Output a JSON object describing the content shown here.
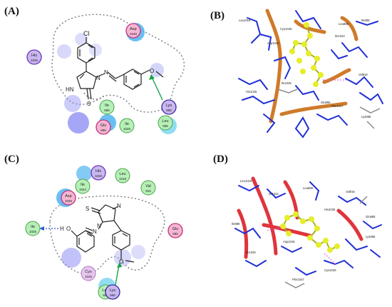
{
  "panels": {
    "a": {
      "label": "(A)",
      "residues": {
        "asp": {
          "name": "Asp",
          "num": "1046"
        },
        "his": {
          "name": "His",
          "num": "1026"
        },
        "lys": {
          "name": "Lys",
          "num": "868"
        },
        "ile888": {
          "name": "Ile",
          "num": "888"
        },
        "ile1025": {
          "name": "Ile",
          "num": "1025"
        },
        "glu": {
          "name": "Glu",
          "num": "885"
        },
        "leu": {
          "name": "Leu",
          "num": "889"
        }
      },
      "atoms": {
        "cl": "Cl",
        "hn": "HN",
        "s": "S",
        "n1": "N",
        "n2": "N",
        "o": "O"
      }
    },
    "b": {
      "label": "(B)",
      "labels": [
        "Leu1019",
        "Cys1045",
        "Asp1046",
        "Ile1044",
        "Val916",
        "Leu889",
        "Ile888",
        "Ile1025",
        "His1026",
        "Glu885",
        "Lys868",
        "Phe1047"
      ]
    },
    "c": {
      "label": "(C)",
      "residues": {
        "his": {
          "name": "His",
          "num": "1026"
        },
        "leu1019": {
          "name": "Leu",
          "num": "1019"
        },
        "ile1044": {
          "name": "Ile",
          "num": "1044"
        },
        "val": {
          "name": "Val",
          "num": "916"
        },
        "asp": {
          "name": "Asp",
          "num": "1046"
        },
        "ile1025": {
          "name": "Ile",
          "num": "1025"
        },
        "glu": {
          "name": "Glu",
          "num": "885"
        },
        "cys": {
          "name": "Cys",
          "num": "1045"
        },
        "leu889": {
          "name": "Leu",
          "num": "889"
        },
        "lys": {
          "name": "Lys",
          "num": "868"
        }
      },
      "atoms": {
        "h": "H",
        "o1": "O",
        "s": "S",
        "nh": "N",
        "n1": "N",
        "n2": "N",
        "o2": "O"
      }
    },
    "d": {
      "label": "(D)",
      "labels": [
        "Leu1019",
        "Ile1044",
        "Val916",
        "Leu889",
        "Ile888",
        "Asp1046",
        "His1026",
        "Glu885",
        "Lys868",
        "Phe1047",
        "Cys1045",
        "Ile1025"
      ]
    }
  },
  "colors": {
    "hydrophobic": "#b6f0b6",
    "charged_negative": "#f4b6d2",
    "charged_positive": "#c9b7ef",
    "polar": "#e6c6ef",
    "hbond_arrow_a": "#18a34a",
    "hbond_arrow_c": "#2b5bd7",
    "protein_stick": "#1f2fd6",
    "ribbon_b": "#cf7a2a",
    "ribbon_d": "#e0343c",
    "ligand_ball": "#e6ee2a"
  }
}
